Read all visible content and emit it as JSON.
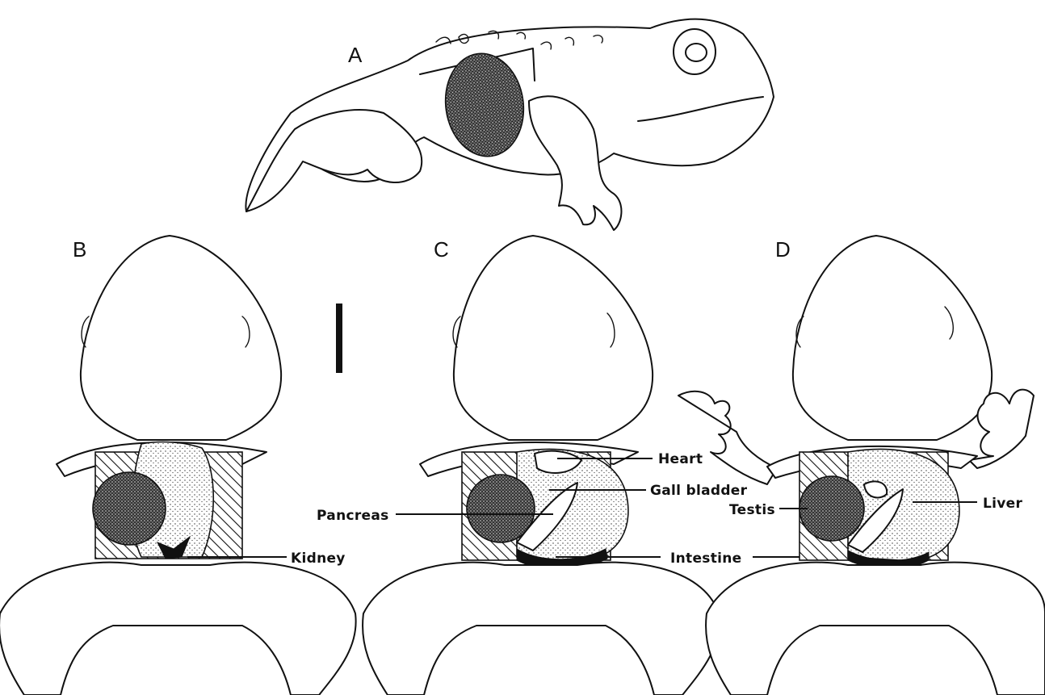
{
  "panels": {
    "A": "A",
    "B": "B",
    "C": "C",
    "D": "D"
  },
  "labels": {
    "kidney": "Kidney",
    "heart": "Heart",
    "gall_bladder": "Gall bladder",
    "pancreas": "Pancreas",
    "intestine": "Intestine",
    "testis": "Testis",
    "liver": "Liver"
  }
}
